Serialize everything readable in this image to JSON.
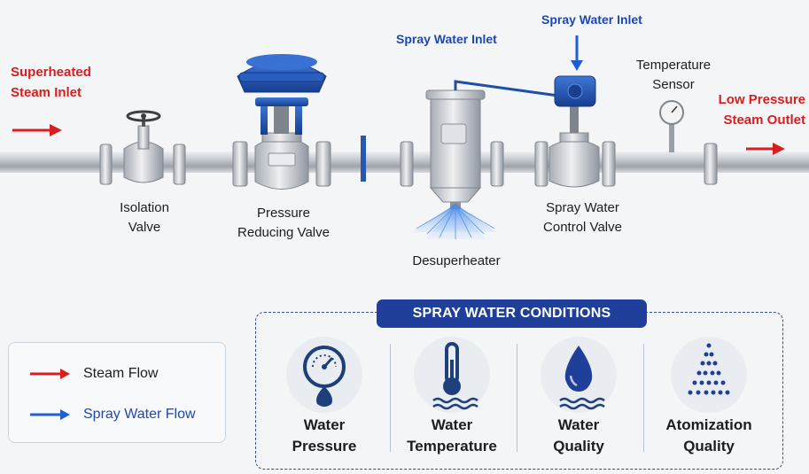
{
  "labels": {
    "superheated_inlet": [
      "Superheated",
      "Steam Inlet"
    ],
    "low_pressure_outlet": [
      "Low Pressure",
      "Steam Outlet"
    ],
    "spray_inlet_1": "Spray Water Inlet",
    "spray_inlet_2": "Spray Water Inlet",
    "temperature_sensor": [
      "Temperature",
      "Sensor"
    ],
    "isolation_valve": [
      "Isolation",
      "Valve"
    ],
    "pressure_reducing_valve": [
      "Pressure",
      "Reducing Valve"
    ],
    "desuperheater": "Desuperheater",
    "spray_control_valve": [
      "Spray Water",
      "Control Valve"
    ]
  },
  "legend": {
    "steam_flow": "Steam Flow",
    "spray_water_flow": "Spray Water Flow"
  },
  "conditions": {
    "title": "SPRAY WATER CONDITIONS",
    "items": [
      {
        "icon": "pressure-gauge-icon",
        "line1": "Water",
        "line2": "Pressure"
      },
      {
        "icon": "thermometer-icon",
        "line1": "Water",
        "line2": "Temperature"
      },
      {
        "icon": "water-drop-icon",
        "line1": "Water",
        "line2": "Quality"
      },
      {
        "icon": "spray-cone-icon",
        "line1": "Atomization",
        "line2": "Quality"
      }
    ]
  },
  "colors": {
    "steam_arrow": "#d81e1e",
    "spray_arrow": "#1f5fd0",
    "valve_blue": "#1f4fa8",
    "pipe_grey": "#b9bec5",
    "title_bg": "#1f3f9a"
  }
}
